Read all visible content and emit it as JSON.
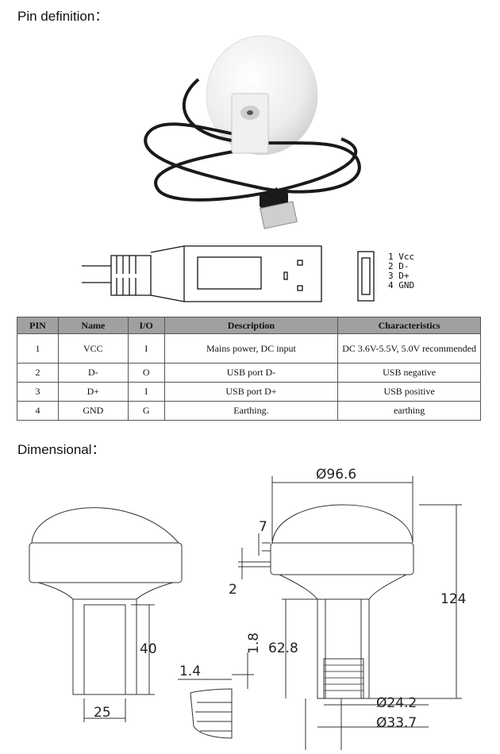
{
  "pin_heading": "Pin definition：",
  "dim_heading": "Dimensional：",
  "connector_legend": [
    "1 Vcc",
    "2 D-",
    "3 D+",
    "4 GND"
  ],
  "table": {
    "headers": [
      "PIN",
      "Name",
      "I/O",
      "Description",
      "Characteristics"
    ],
    "rows": [
      [
        "1",
        "VCC",
        "I",
        "Mains power, DC input",
        "DC 3.6V-5.5V, 5.0V recommended"
      ],
      [
        "2",
        "D-",
        "O",
        "USB port D-",
        "USB negative"
      ],
      [
        "3",
        "D+",
        "I",
        "USB port D+",
        "USB positive"
      ],
      [
        "4",
        "GND",
        "G",
        "Earthing.",
        "earthing"
      ]
    ]
  },
  "dimensions": {
    "dome_diameter": "Ø96.6",
    "height": "124",
    "dome_step": "7",
    "gap": "2",
    "neck_length_left": "40",
    "base_width": "25",
    "body_length": "62.8",
    "thread_pitch": "1.4",
    "thread_depth": "1.8",
    "thread_inner_diameter": "Ø24.2",
    "thread_outer_diameter": "Ø33.7"
  }
}
